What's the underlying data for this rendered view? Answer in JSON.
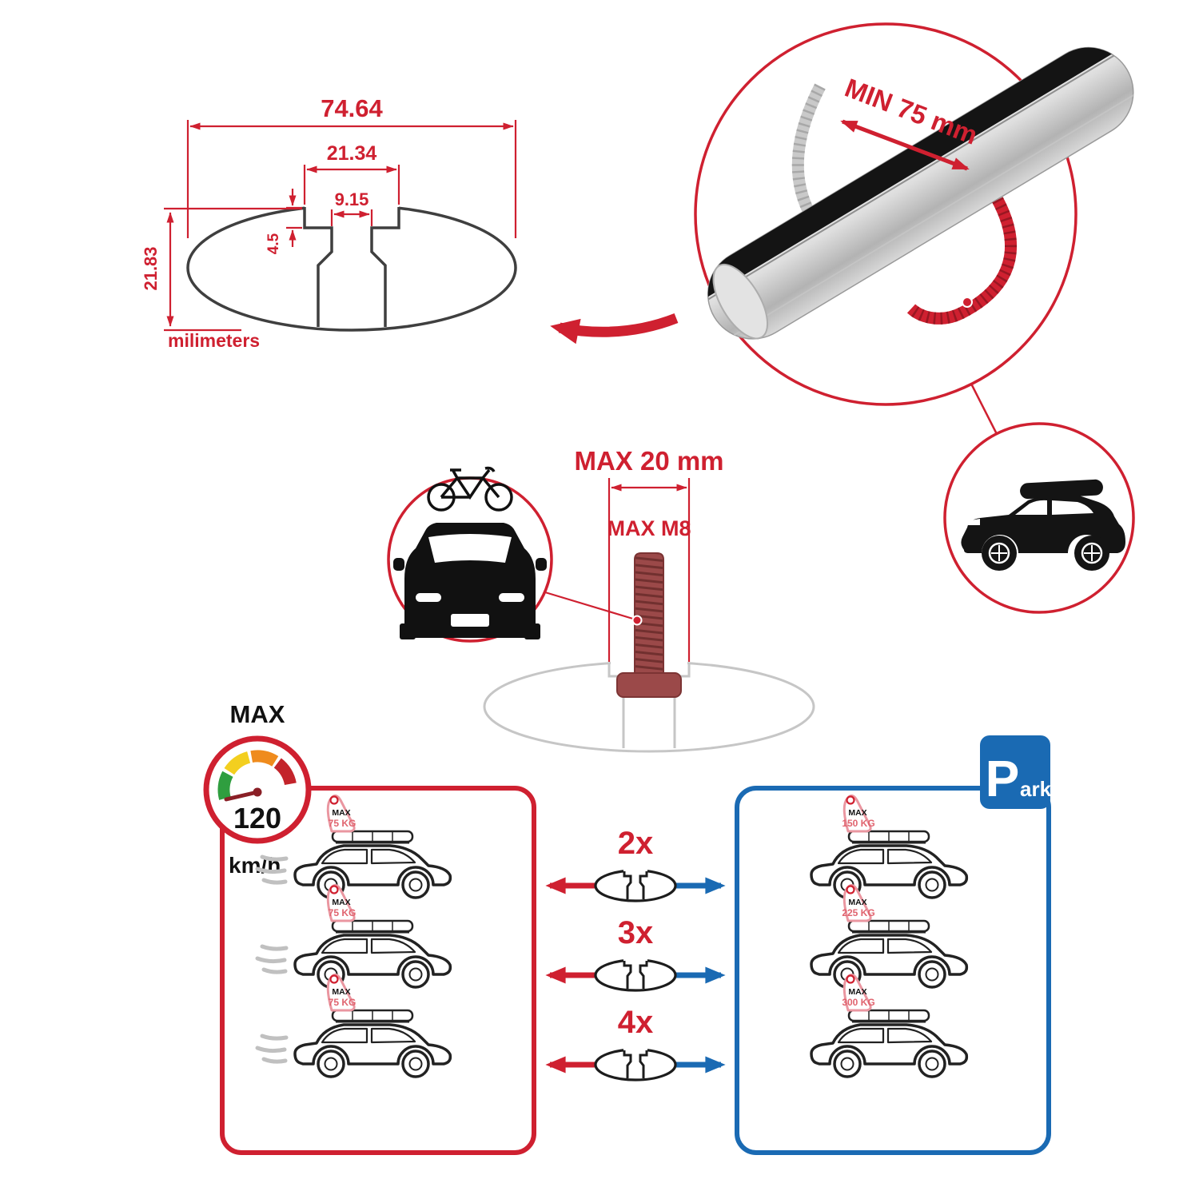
{
  "cross_section": {
    "dim_width_total": "74.64",
    "dim_channel_outer": "21.34",
    "dim_channel_inner": "9.15",
    "dim_lip_depth": "4.5",
    "dim_height": "21.83",
    "units_label": "milimeters"
  },
  "bar_detail": {
    "min_span_label": "MIN 75 mm"
  },
  "bolt": {
    "max_width_label": "MAX 20 mm",
    "max_thread_label": "MAX M8"
  },
  "speedometer": {
    "label": "MAX",
    "value": "120",
    "units": "km/h"
  },
  "park_sign": {
    "letter": "P",
    "suffix": "ark"
  },
  "driving_cars": [
    {
      "sign_label": "MAX",
      "sign_weight": "75 KG"
    },
    {
      "sign_label": "MAX",
      "sign_weight": "75 KG"
    },
    {
      "sign_label": "MAX",
      "sign_weight": "75 KG"
    }
  ],
  "parked_cars": [
    {
      "sign_label": "MAX",
      "sign_weight": "150 KG"
    },
    {
      "sign_label": "MAX",
      "sign_weight": "225 KG"
    },
    {
      "sign_label": "MAX",
      "sign_weight": "300 KG"
    }
  ],
  "multipliers": [
    {
      "label": "2x"
    },
    {
      "label": "3x"
    },
    {
      "label": "4x"
    }
  ],
  "colors": {
    "red": "#cf2030",
    "blue": "#1a6ab3",
    "maroon": "#9b4949",
    "pink": "#e0646f",
    "ghost_gray": "#c6c6c6"
  }
}
